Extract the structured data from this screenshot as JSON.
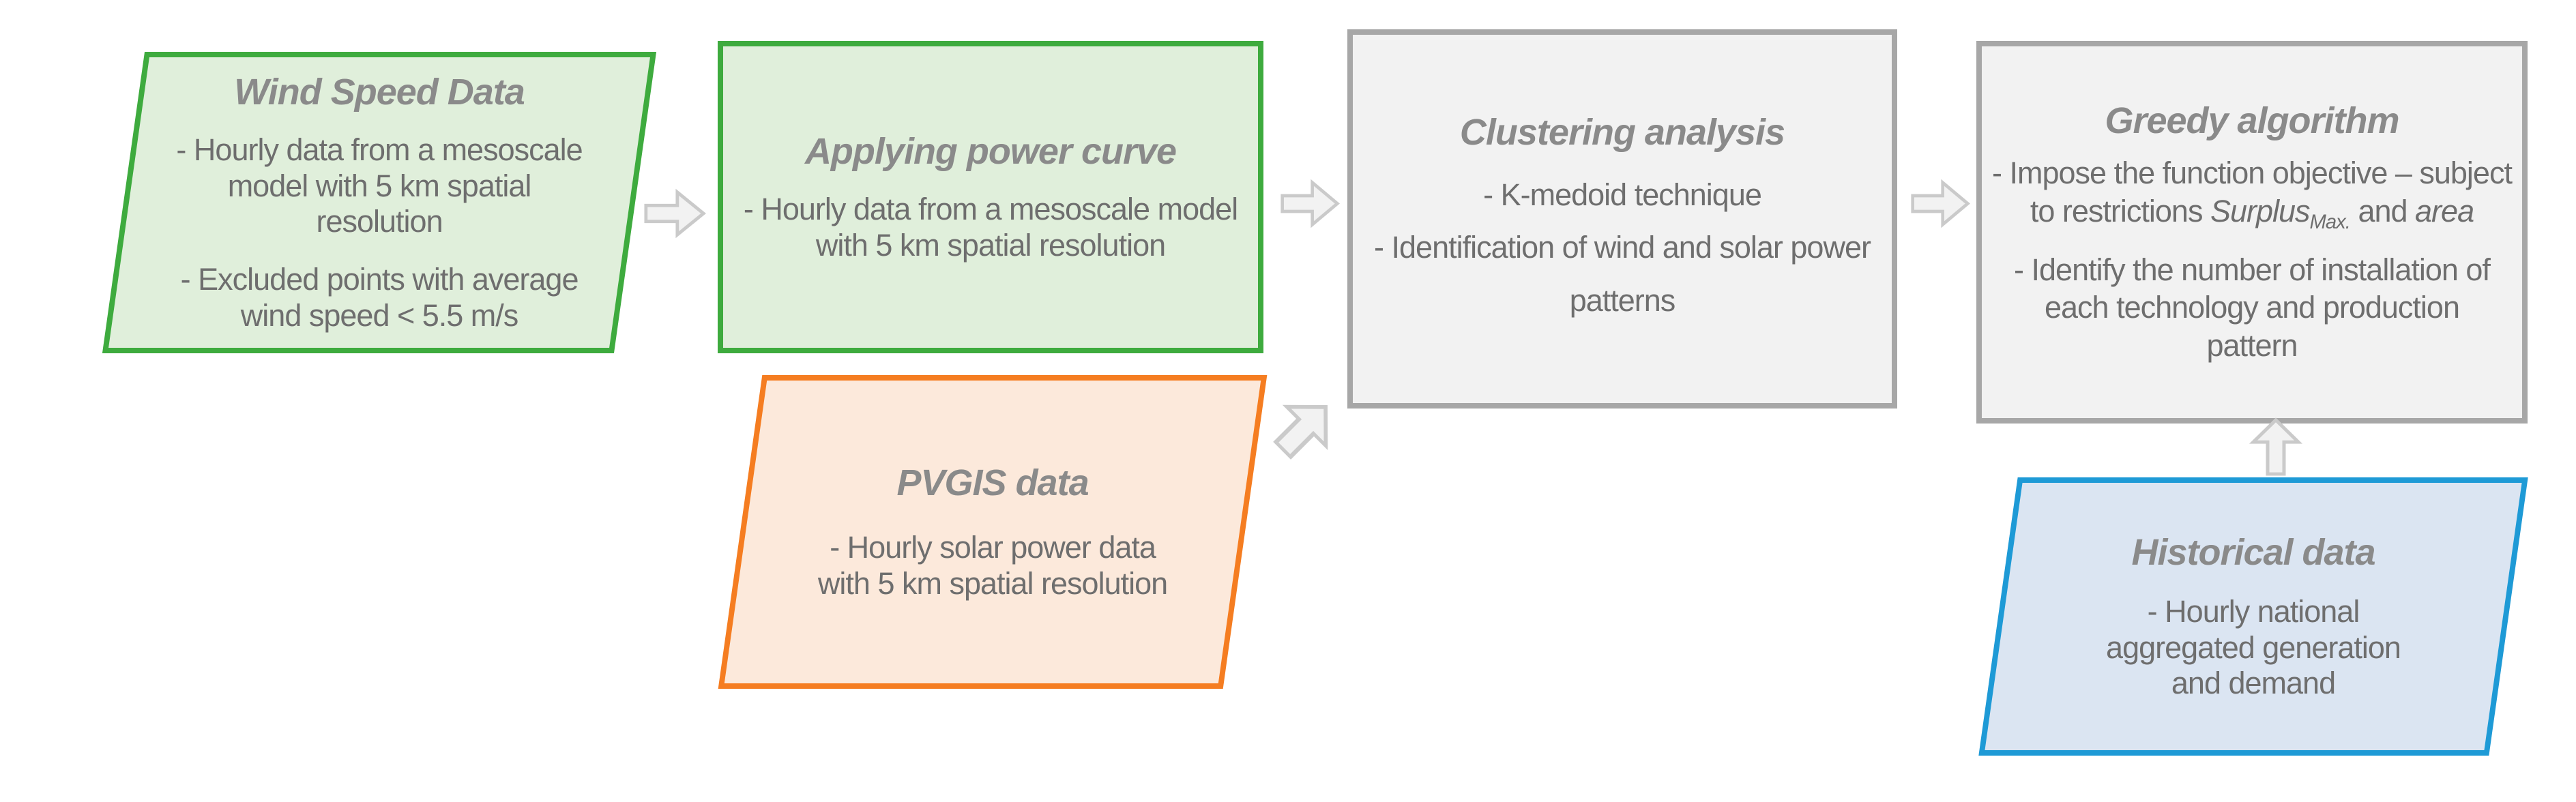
{
  "colors": {
    "background": "#ffffff",
    "green_border": "#3eab3e",
    "green_fill": "#e0efdb",
    "orange_border": "#f57d21",
    "orange_fill": "#fce9db",
    "blue_border": "#1e9ad6",
    "blue_fill": "#dbe5f2",
    "gray_border": "#a7a7a7",
    "gray_fill": "#f2f2f2",
    "arrow_fill": "#f2f2f2",
    "arrow_border": "#cacaca",
    "title_text": "#8a8a8a",
    "body_text": "#6e6e6e"
  },
  "diagram": {
    "nodes": {
      "wind_speed": {
        "shape": "parallelogram",
        "title": "Wind Speed Data",
        "bullets": [
          "- Hourly data from a mesoscale model with 5 km spatial resolution",
          "- Excluded points with average wind speed < 5.5 m/s"
        ]
      },
      "power_curve": {
        "shape": "rectangle",
        "title": "Applying power curve",
        "bullets": [
          "- Hourly data from a mesoscale model with 5 km spatial resolution"
        ]
      },
      "pvgis": {
        "shape": "parallelogram",
        "title": "PVGIS data",
        "bullets": [
          "- Hourly solar power data with 5 km spatial resolution"
        ]
      },
      "clustering": {
        "shape": "rectangle",
        "title": "Clustering analysis",
        "bullets": [
          "- K-medoid technique",
          "- Identification of wind and solar power patterns"
        ]
      },
      "greedy": {
        "shape": "rectangle",
        "title": "Greedy algorithm",
        "bullet1_parts": {
          "text1": "- Impose the function objective – subject to restrictions ",
          "italic1": "Surplus",
          "subscript1": "Max.",
          "text2": " and ",
          "italic2": "area"
        },
        "bullet2": "- Identify the number of installation of each technology and production pattern"
      },
      "historical": {
        "shape": "parallelogram",
        "title": "Historical data",
        "bullets": [
          "- Hourly  national aggregated generation and demand"
        ]
      }
    },
    "connections": [
      {
        "from": "wind_speed",
        "to": "power_curve",
        "icon": "arrow-right-icon"
      },
      {
        "from": "power_curve",
        "to": "clustering",
        "icon": "arrow-right-icon"
      },
      {
        "from": "pvgis",
        "to": "clustering",
        "icon": "arrow-up-right-icon"
      },
      {
        "from": "clustering",
        "to": "greedy",
        "icon": "arrow-right-icon"
      },
      {
        "from": "historical",
        "to": "greedy",
        "icon": "arrow-up-icon"
      }
    ]
  }
}
